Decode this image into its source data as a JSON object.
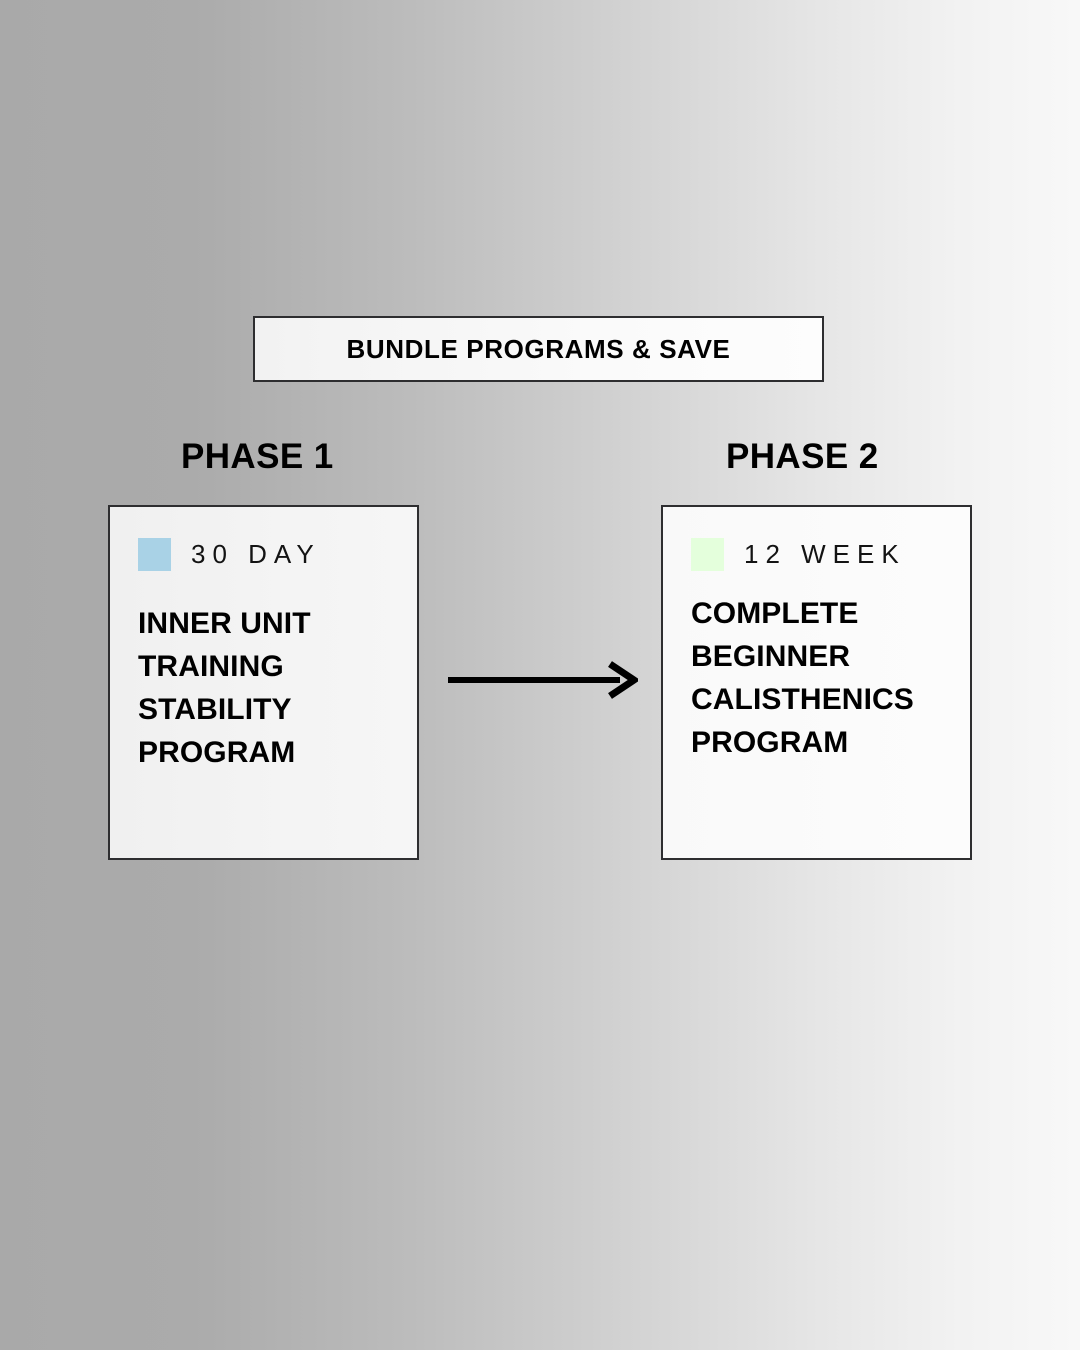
{
  "header": {
    "badge_label": "BUNDLE PROGRAMS & SAVE"
  },
  "phases": [
    {
      "label": "PHASE 1",
      "duration": "3 0   D A Y",
      "duration_plain": "30 DAY",
      "swatch_color": "#a9d2e6",
      "title": "INNER UNIT TRAINING STABILITY PROGRAM"
    },
    {
      "label": "PHASE 2",
      "duration": "1 2   W E E K",
      "duration_plain": "12 WEEK",
      "swatch_color": "#e4ffdc",
      "title": "COMPLETE BEGINNER CALISTHENICS PROGRAM"
    }
  ],
  "connector": {
    "icon": "arrow-right-icon",
    "color": "#000000"
  },
  "theme": {
    "background_start": "#a9a9a9",
    "background_end": "#f8f8f8",
    "border_color": "#2e2e30",
    "text_color": "#000000"
  }
}
